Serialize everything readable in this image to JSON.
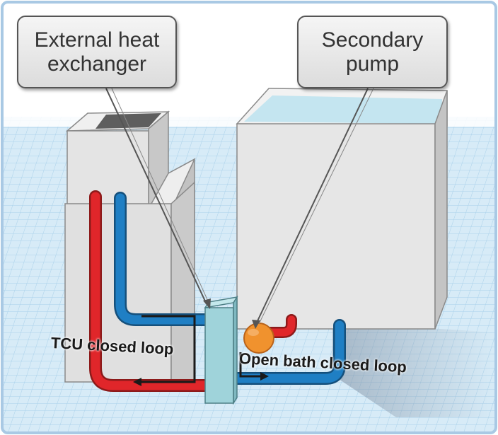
{
  "callouts": {
    "heat_exchanger": "External heat\nexchanger",
    "pump": "Secondary\npump"
  },
  "labels": {
    "tcu_loop": "TCU closed loop",
    "bath_loop": "Open bath  closed loop"
  },
  "colors": {
    "hot_pipe": "#e0262a",
    "cold_pipe": "#1f7fc4",
    "grid_bg": "#cfe6f5",
    "grid_line": "#9fc8e4",
    "box_face": "#e6e6e6",
    "box_side": "#c4c4c4",
    "heat_exchanger": "#9fd3da",
    "pump": "#f0922e",
    "water": "#bfe3ef",
    "frame_border": "#a9c9e4"
  }
}
